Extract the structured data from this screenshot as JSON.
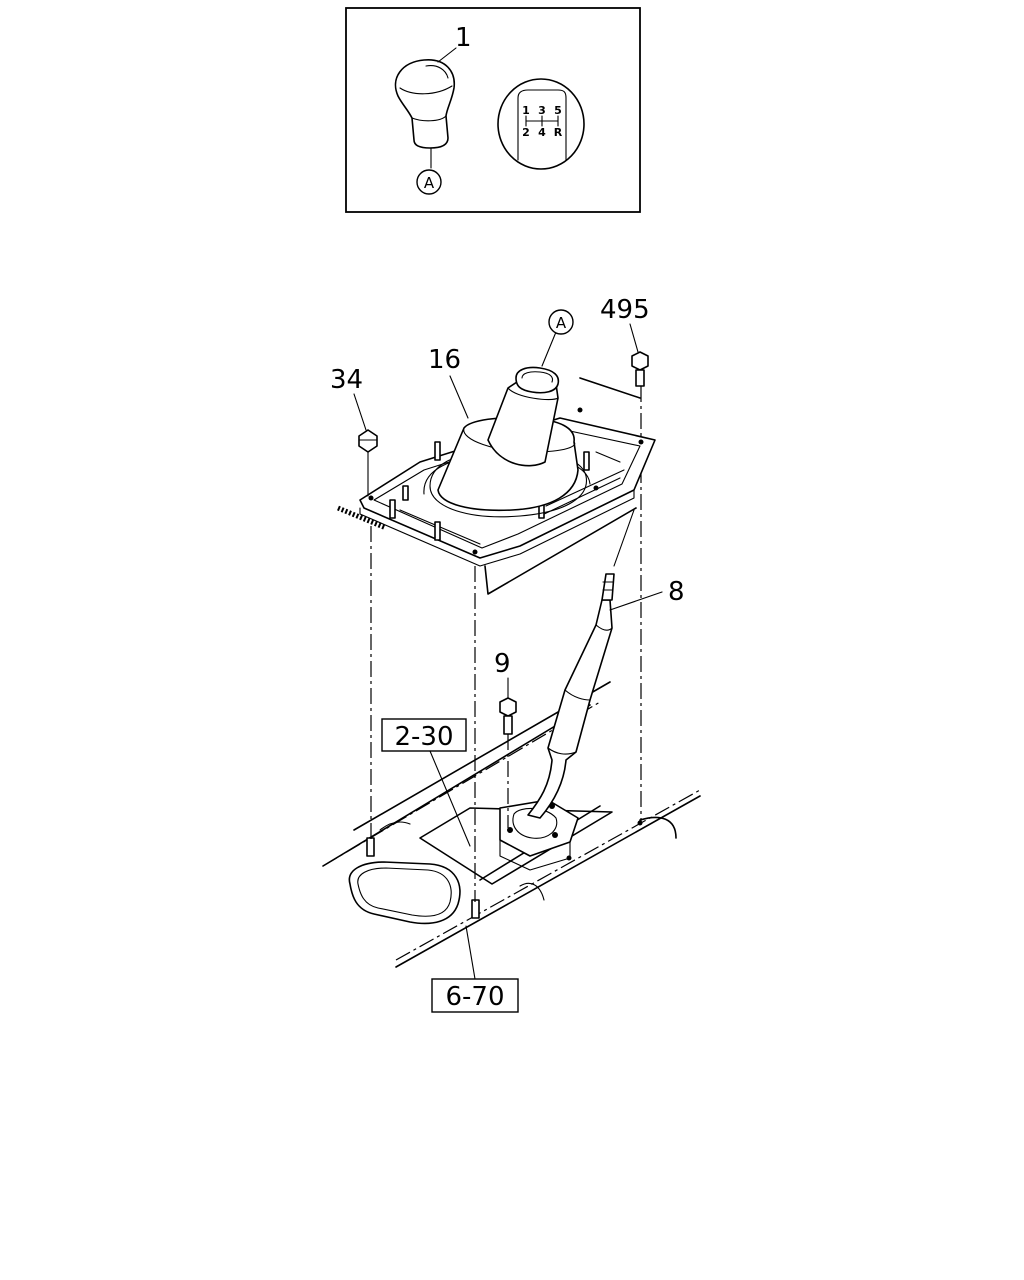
{
  "callouts": {
    "knob": "1",
    "boot": "16",
    "nut": "34",
    "bolt_top": "495",
    "lever": "8",
    "bolt_small": "9",
    "ref_a_detail": "A",
    "ref_a_main": "A"
  },
  "references": {
    "floor_tunnel": "2-30",
    "floor_panel": "6-70"
  },
  "shift_pattern": {
    "top_row": [
      "1",
      "3",
      "5"
    ],
    "bottom_row": [
      "2",
      "4",
      "R"
    ]
  }
}
